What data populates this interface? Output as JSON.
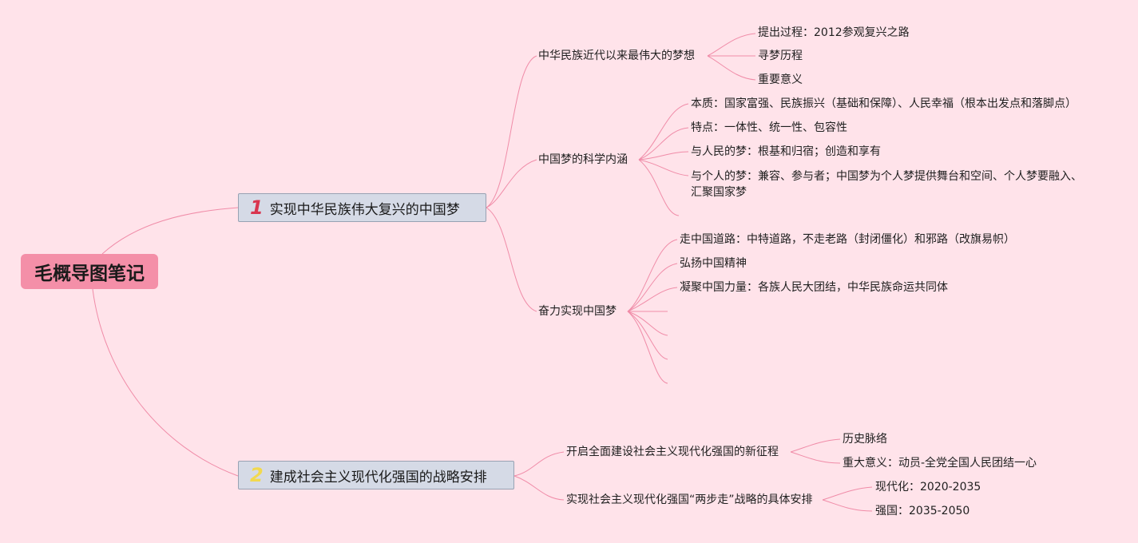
{
  "root": {
    "label": "毛概导图笔记"
  },
  "branches": [
    {
      "num": "1",
      "num_color": "#d9354f",
      "label": "实现中华民族伟大复兴的中国梦",
      "children": [
        {
          "label": "中华民族近代以来最伟大的梦想",
          "children": [
            "提出过程：2012参观复兴之路",
            "寻梦历程",
            "重要意义"
          ]
        },
        {
          "label": "中国梦的科学内涵",
          "children": [
            "本质：国家富强、民族振兴（基础和保障）、人民幸福（根本出发点和落脚点）",
            "特点：一体性、统一性、包容性",
            "与人民的梦：根基和归宿；创造和享有",
            "与个人的梦：兼容、参与者；中国梦为个人梦提供舞台和空间、个人梦要融入、",
            "汇聚国家梦"
          ]
        },
        {
          "label": "奋力实现中国梦",
          "children": [
            "走中国道路：中特道路，不走老路（封闭僵化）和邪路（改旗易帜）",
            "弘扬中国精神",
            "凝聚中国力量：各族人民大团结，中华民族命运共同体"
          ]
        }
      ]
    },
    {
      "num": "2",
      "num_color": "#f2d94e",
      "label": "建成社会主义现代化强国的战略安排",
      "children": [
        {
          "label": "开启全面建设社会主义现代化强国的新征程",
          "children": [
            "历史脉络",
            "重大意义：动员-全党全国人民团结一心"
          ]
        },
        {
          "label": "实现社会主义现代化强国“两步走”战略的具体安排",
          "children": [
            "现代化：2020-2035",
            "强国：2035-2050"
          ]
        }
      ]
    }
  ]
}
